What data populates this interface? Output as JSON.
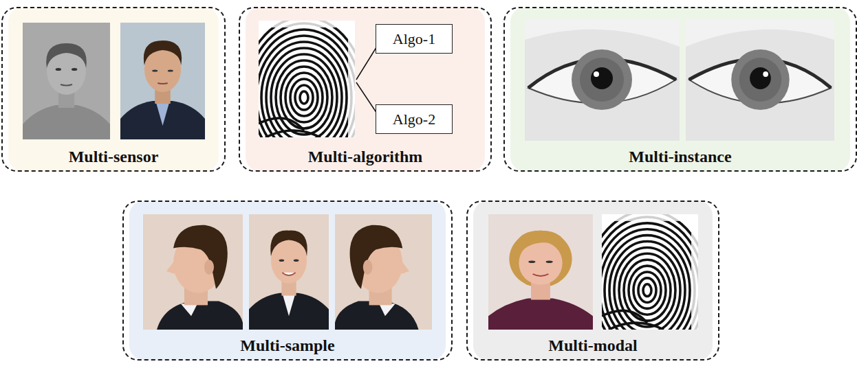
{
  "diagram": {
    "nodes": [
      {
        "text": [
          "Multi-sensor"
        ]
      },
      {
        "text": [
          "Multi-algorithm"
        ]
      },
      {
        "text": [
          "Algo-1"
        ],
        "in": 1
      },
      {
        "text": [
          "Algo-2"
        ],
        "in": 1
      },
      {
        "text": [
          "Multi-instance"
        ]
      },
      {
        "text": [
          "Multi-sample"
        ]
      },
      {
        "text": [
          "Multi-modal"
        ]
      }
    ]
  }
}
